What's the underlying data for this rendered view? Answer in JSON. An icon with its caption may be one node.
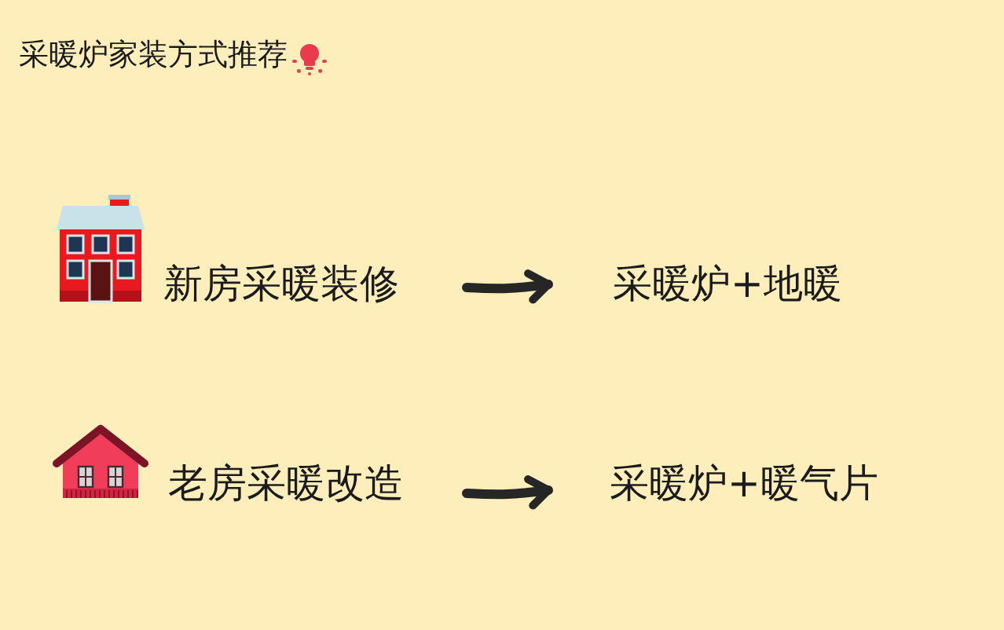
{
  "diagram": {
    "title": "采暖炉家装方式推荐",
    "nodes": [
      {
        "text": [
          "新房采暖装修"
        ]
      },
      {
        "text": [
          "采暖炉+地暖"
        ]
      },
      {
        "text": [
          "老房采暖改造"
        ]
      },
      {
        "text": [
          "采暖炉+暖气片"
        ]
      }
    ],
    "edges": [
      {
        "from": 0,
        "to": 1,
        "arrow": "to"
      },
      {
        "from": 2,
        "to": 3,
        "arrow": "to"
      }
    ]
  }
}
